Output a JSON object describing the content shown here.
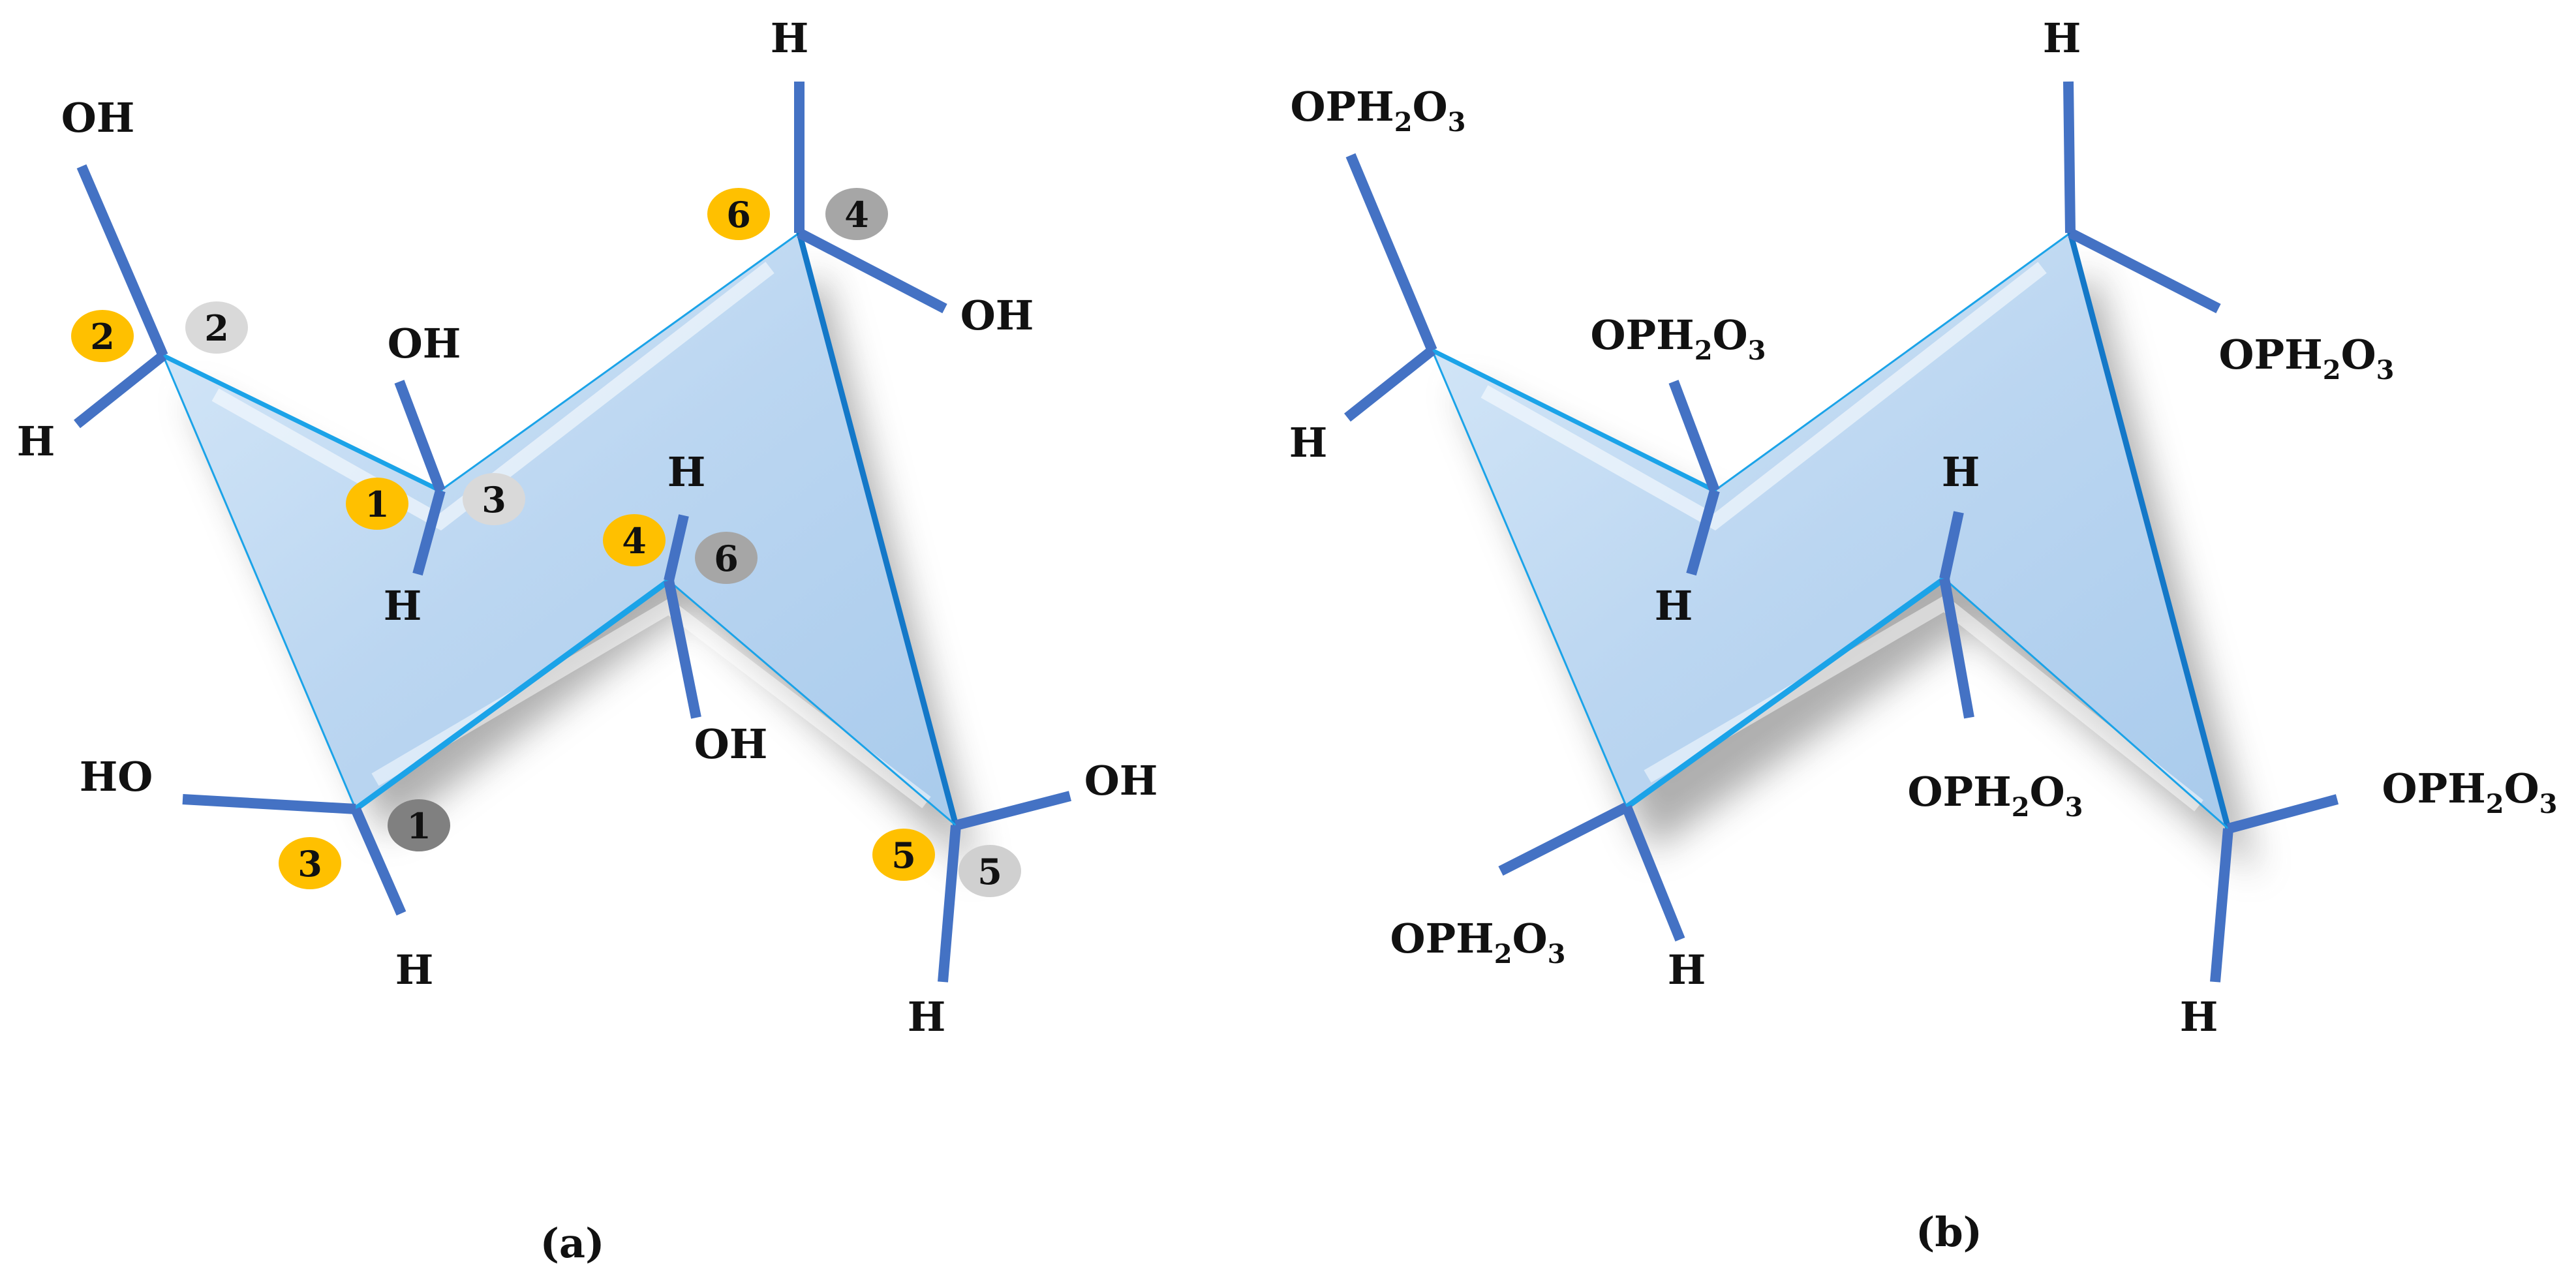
{
  "colors": {
    "bond": "#4472C4",
    "ring_edge": "#1BA3E8",
    "ring_fill": "#BFD9F2",
    "badge_yellow": "#FFC000",
    "badge_light": "#D9D9D9",
    "badge_mid": "#A6A6A6",
    "badge_dark": "#808080"
  },
  "panel_a": {
    "caption": "(a)",
    "labels": {
      "oh_top_left": "OH",
      "h_left": "H",
      "oh_c3": "OH",
      "h_c3": "H",
      "h_top": "H",
      "oh_c6": "OH",
      "h_c4": "H",
      "oh_c4": "OH",
      "ho_left": "HO",
      "h_bottom_left": "H",
      "oh_right": "OH",
      "h_bottom_right": "H"
    },
    "badges_yellow": [
      "2",
      "1",
      "6",
      "4",
      "3",
      "5"
    ],
    "badges_grey": [
      "2",
      "3",
      "4",
      "6",
      "1",
      "5"
    ]
  },
  "panel_b": {
    "caption": "(b)",
    "labels": {
      "op_top_left": "OPH",
      "h_left": "H",
      "op_c3": "OPH",
      "h_c3": "H",
      "h_top": "H",
      "op_c6": "OPH",
      "h_c4": "H",
      "op_c4": "OPH",
      "op_bottom_left": "OPH",
      "h_bottom_left": "H",
      "op_right": "OPH",
      "h_bottom_right": "H"
    },
    "subscripts": {
      "h_count": "2",
      "o_symbol": "O",
      "o_count": "3"
    }
  }
}
